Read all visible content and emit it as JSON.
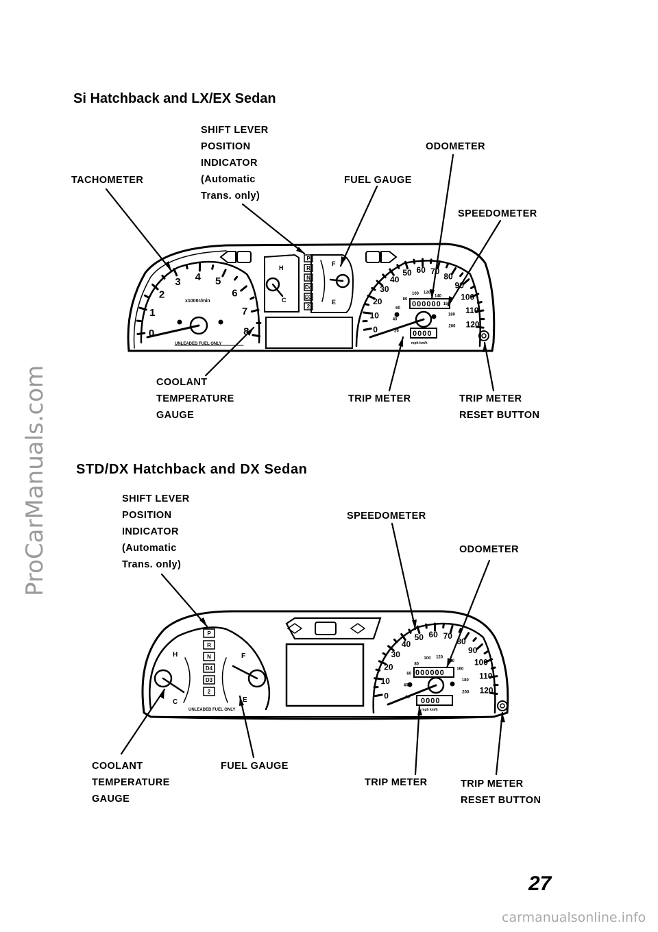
{
  "page": {
    "number": "27",
    "watermark": "ProCarManuals.com",
    "footer_url": "carmanualsonline.info"
  },
  "section1": {
    "heading": "Si Hatchback and LX/EX Sedan",
    "labels": {
      "shift_lever": [
        "SHIFT LEVER",
        "POSITION",
        "INDICATOR",
        "(Automatic",
        "Trans. only)"
      ],
      "tachometer": "TACHOMETER",
      "odometer": "ODOMETER",
      "fuel_gauge": "FUEL GAUGE",
      "speedometer": "SPEEDOMETER",
      "coolant": [
        "COOLANT",
        "TEMPERATURE",
        "GAUGE"
      ],
      "trip_meter": "TRIP METER",
      "trip_reset": [
        "TRIP METER",
        "RESET BUTTON"
      ]
    },
    "cluster": {
      "tach_numbers": [
        "0",
        "1",
        "2",
        "3",
        "4",
        "5",
        "6",
        "7",
        "8"
      ],
      "tach_unit": "x1000r/min",
      "fuel_note": "UNLEADED FUEL ONLY",
      "speed_mph": [
        "0",
        "10",
        "20",
        "30",
        "40",
        "50",
        "60",
        "70",
        "80",
        "90",
        "100",
        "110",
        "120"
      ],
      "speed_kmh": [
        "20",
        "40",
        "60",
        "80",
        "100",
        "120",
        "140",
        "160",
        "180",
        "200"
      ],
      "odometer_value": "000000",
      "trip_value": "0000",
      "speed_units": "mph km/h",
      "gear_positions": [
        "P",
        "R",
        "N",
        "D4",
        "D3",
        "2"
      ],
      "temp_marks": [
        "H",
        "C"
      ],
      "fuel_marks": [
        "F",
        "E"
      ]
    }
  },
  "section2": {
    "heading": "STD/DX Hatchback and DX Sedan",
    "labels": {
      "shift_lever": [
        "SHIFT LEVER",
        "POSITION",
        "INDICATOR",
        "(Automatic",
        "Trans. only)"
      ],
      "speedometer": "SPEEDOMETER",
      "odometer": "ODOMETER",
      "coolant": [
        "COOLANT",
        "TEMPERATURE",
        "GAUGE"
      ],
      "fuel_gauge": "FUEL GAUGE",
      "trip_meter": "TRIP METER",
      "trip_reset": [
        "TRIP METER",
        "RESET BUTTON"
      ]
    },
    "cluster": {
      "fuel_note": "UNLEADED FUEL ONLY",
      "speed_mph": [
        "0",
        "10",
        "20",
        "30",
        "40",
        "50",
        "60",
        "70",
        "80",
        "90",
        "100",
        "110",
        "120"
      ],
      "speed_kmh": [
        "20",
        "40",
        "60",
        "80",
        "100",
        "120",
        "140",
        "160",
        "180",
        "200"
      ],
      "odometer_value": "000000",
      "trip_value": "0000",
      "speed_units": "mph km/h",
      "gear_positions": [
        "P",
        "R",
        "N",
        "D4",
        "D3",
        "2"
      ],
      "temp_marks": [
        "H",
        "C"
      ],
      "fuel_marks": [
        "F",
        "E"
      ]
    }
  }
}
